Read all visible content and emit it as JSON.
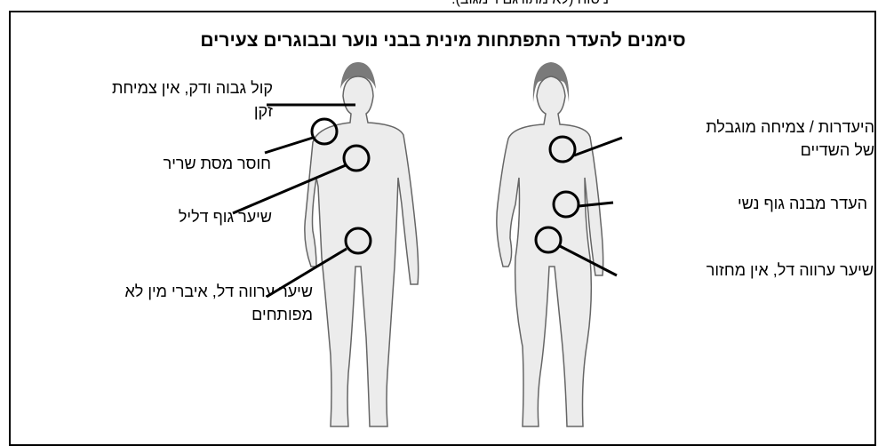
{
  "top_cut_text": "ניסוח (לא מתורגם ר'מגוב).",
  "title": "סימנים להעדר התפתחות מינית בבני נוער ובבוגרים צעירים",
  "male_labels": {
    "voice": [
      "קול גבוה ודק, אין צמיחת",
      "זקן"
    ],
    "muscle": "חוסר מסת שריר",
    "body_hair": "שיער גוף דליל",
    "pubic": [
      "שיער ערווה דל, איברי מין לא",
      "מפותחים"
    ]
  },
  "female_labels": {
    "breasts": [
      "היעדרות / צמיחה מוגבלת",
      "של השדיים"
    ],
    "shape": "העדר מבנה גוף נשי",
    "pubic": "שיער ערווה דל, אין מחזור"
  },
  "colors": {
    "figure_fill": "#ececec",
    "figure_stroke": "#666666",
    "hair": "#7a7a7a"
  }
}
